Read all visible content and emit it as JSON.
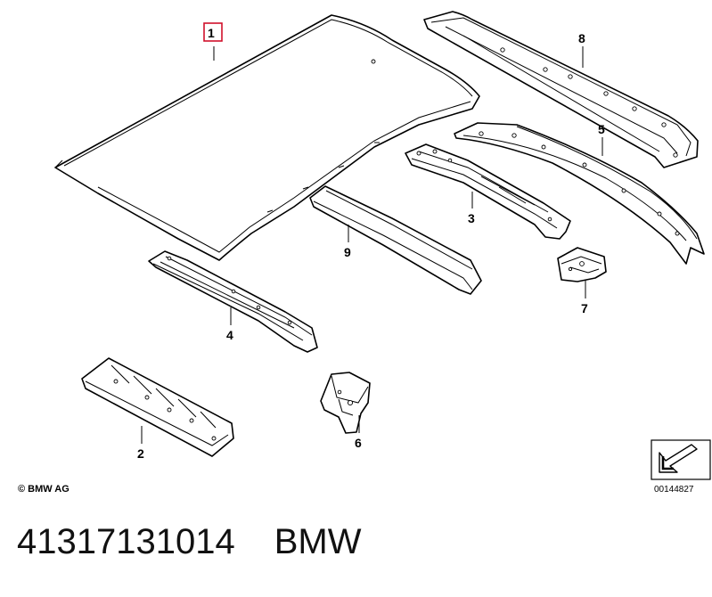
{
  "callouts": {
    "c1": "1",
    "c2": "2",
    "c3": "3",
    "c4": "4",
    "c5": "5",
    "c6": "6",
    "c7": "7",
    "c8": "8",
    "c9": "9"
  },
  "copyright": "© BMW AG",
  "diagram_number": "00144827",
  "part_number": "41317131014",
  "brand": "BMW",
  "colors": {
    "highlight_box": "#d0102b",
    "line": "#000000"
  }
}
